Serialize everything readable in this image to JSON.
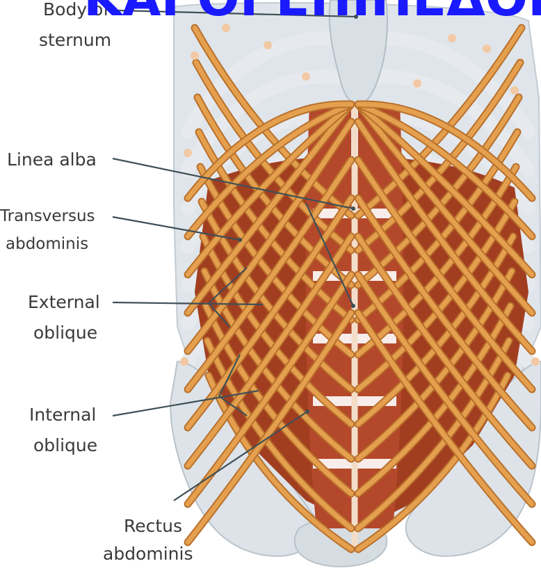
{
  "banner": {
    "text": "ΚΑΙ ΟΙ ΕΠΙΠΕΔΟΙ ΕΠΙ"
  },
  "labels": {
    "body_of_sternum": [
      "Body of",
      "sternum"
    ],
    "linea_alba": [
      "Linea alba"
    ],
    "transversus_abdominis": [
      "Transversus",
      "abdominis"
    ],
    "external_oblique": [
      "External",
      "oblique"
    ],
    "internal_oblique": [
      "Internal",
      "oblique"
    ],
    "rectus_abdominis": [
      "Rectus",
      "abdominis"
    ]
  },
  "colors": {
    "bone": "#d6dde2",
    "bone_edge": "#b9c3ca",
    "cartilage": "#e6eaee",
    "muscle_dark": "#a23e20",
    "muscle_mid": "#b8512a",
    "fiber": "#e4a04e",
    "fiber_edge": "#b8702c",
    "tendon": "#f2c9a4",
    "banner": "#1a1aff"
  }
}
